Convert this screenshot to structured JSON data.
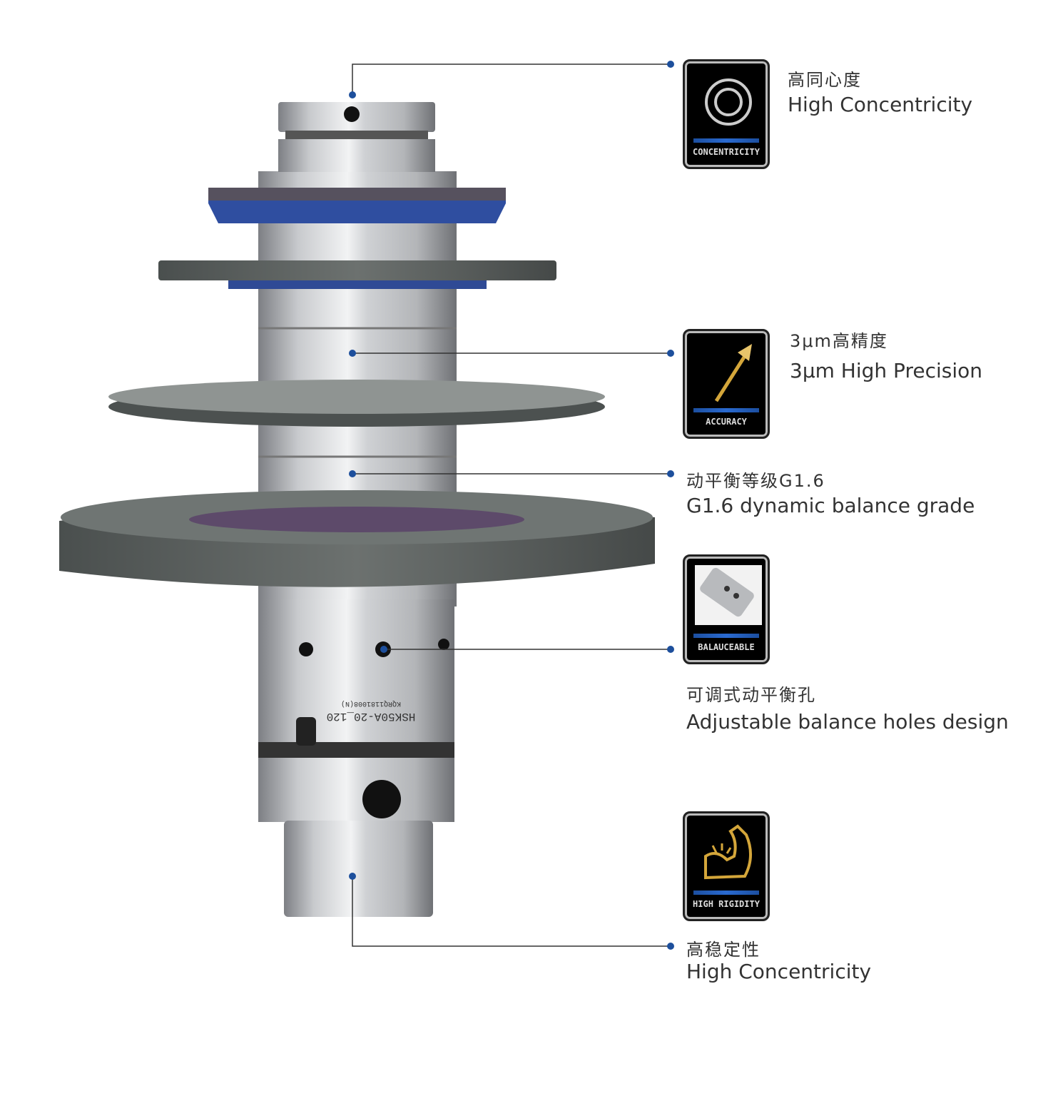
{
  "product": {
    "marking_model": "HSK50A-20_120",
    "marking_code": "KQRQ1181008(N)"
  },
  "features": [
    {
      "badge_label": "CONCENTRICITY",
      "icon": "concentric-circles-icon",
      "title_cn": "高同心度",
      "title_en": "High Concentricity"
    },
    {
      "badge_label": "ACCURACY",
      "icon": "arrow-up-right-icon",
      "title_cn": "3μm高精度",
      "title_en": "3μm High Precision"
    },
    {
      "badge_label": "",
      "icon": "",
      "title_cn": "动平衡等级G1.6",
      "title_en": "G1.6 dynamic balance grade"
    },
    {
      "badge_label": "BALAUCEABLE",
      "icon": "balance-holes-photo-icon",
      "title_cn": "可调式动平衡孔",
      "title_en": "Adjustable balance holes design"
    },
    {
      "badge_label": "HIGH RIGIDITY",
      "icon": "flexed-arm-icon",
      "title_cn": "高稳定性",
      "title_en": "High Concentricity"
    }
  ],
  "colors": {
    "accent": "#1d4f9c",
    "line": "#333333",
    "badge_bar": "#2a6ad0",
    "gold": "#d4a63a"
  }
}
